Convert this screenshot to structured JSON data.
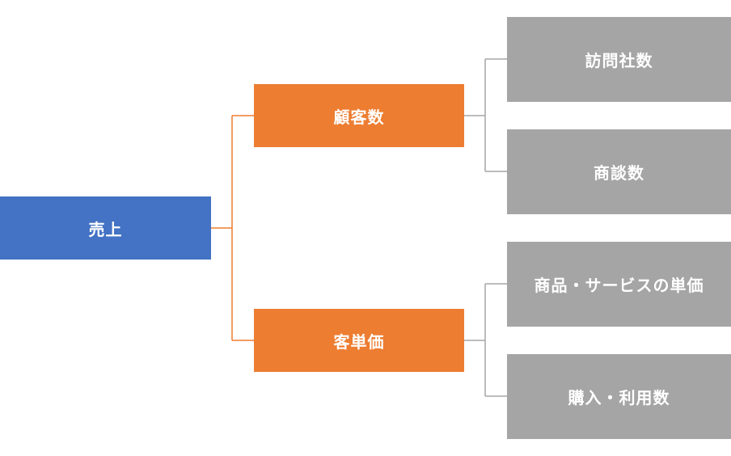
{
  "colors": {
    "root": "#4472C4",
    "mid": "#ED7D31",
    "leaf": "#A5A5A5",
    "root_line": "#ED7D31",
    "leaf_line": "#A5A5A5"
  },
  "tree": {
    "root": {
      "label": "売上"
    },
    "children": [
      {
        "label": "顧客数",
        "children": [
          {
            "label": "訪問社数"
          },
          {
            "label": "商談数"
          }
        ]
      },
      {
        "label": "客単価",
        "children": [
          {
            "label": "商品・サービスの単価"
          },
          {
            "label": "購入・利用数"
          }
        ]
      }
    ]
  }
}
